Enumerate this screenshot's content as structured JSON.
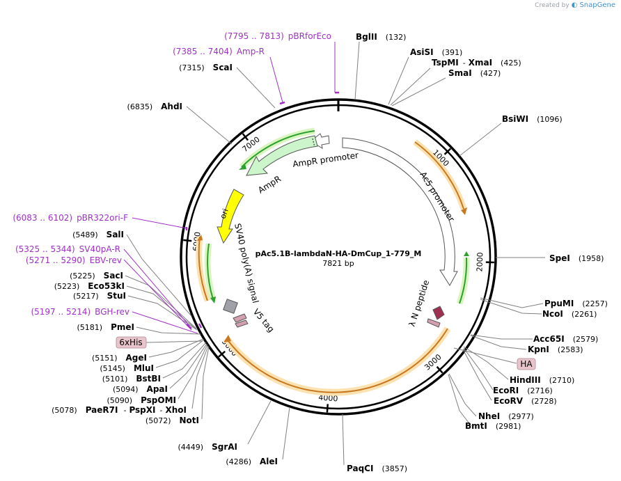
{
  "credit": {
    "prefix": "Created by",
    "brand": "SnapGene"
  },
  "plasmid": {
    "name": "pAc5.1B-lambdaN-HA-DmCup_1-779_M",
    "size_label": "7821 bp",
    "length": 7821
  },
  "ticks": [
    "1000",
    "2000",
    "3000",
    "4000",
    "5000",
    "6000",
    "7000"
  ],
  "features": [
    {
      "name": "AmpR promoter",
      "color": "#ffffff",
      "label": "AmpR promoter"
    },
    {
      "name": "AmpR",
      "color": "#ccf5cc",
      "label": "AmpR"
    },
    {
      "name": "ori",
      "color": "#ffff00",
      "label": "ori"
    },
    {
      "name": "SV40 poly(A) signal",
      "color": "#a0a0a8",
      "label": "SV40 poly(A) signal"
    },
    {
      "name": "V5 tag",
      "color": "#d4a0b0",
      "label": "V5 tag"
    },
    {
      "name": "Ac5 promoter",
      "color": "#ffffff",
      "label": "Ac5 promoter"
    },
    {
      "name": "λ N peptide",
      "color": "#a03050",
      "label": "λ N peptide"
    }
  ],
  "enzymes": [
    {
      "name": "BglII",
      "pos": "(132)"
    },
    {
      "name": "AsiSI",
      "pos": "(391)"
    },
    {
      "name": "TspMI",
      "sep": "-",
      "name2": "XmaI",
      "pos": "(425)"
    },
    {
      "name": "SmaI",
      "pos": "(427)"
    },
    {
      "name": "BsiWI",
      "pos": "(1096)"
    },
    {
      "name": "SpeI",
      "pos": "(1958)"
    },
    {
      "name": "PpuMI",
      "pos": "(2257)"
    },
    {
      "name": "NcoI",
      "pos": "(2261)"
    },
    {
      "name": "Acc65I",
      "pos": "(2579)"
    },
    {
      "name": "KpnI",
      "pos": "(2583)"
    },
    {
      "name": "HindIII",
      "pos": "(2710)"
    },
    {
      "name": "EcoRI",
      "pos": "(2716)"
    },
    {
      "name": "EcoRV",
      "pos": "(2728)"
    },
    {
      "name": "NheI",
      "pos": "(2977)"
    },
    {
      "name": "BmtI",
      "pos": "(2981)"
    },
    {
      "name": "PaqCI",
      "pos": "(3857)"
    },
    {
      "name": "AleI",
      "pos": "(4286)"
    },
    {
      "name": "SgrAI",
      "pos": "(4449)"
    },
    {
      "name": "NotI",
      "pos": "(5072)"
    },
    {
      "name": "PaeR7I",
      "sep": "-",
      "name2": "PspXI",
      "sep2": "-",
      "name3": "XhoI",
      "pos": "(5078)"
    },
    {
      "name": "PspOMI",
      "pos": "(5090)"
    },
    {
      "name": "ApaI",
      "pos": "(5094)"
    },
    {
      "name": "BstBI",
      "pos": "(5101)"
    },
    {
      "name": "MluI",
      "pos": "(5145)"
    },
    {
      "name": "AgeI",
      "pos": "(5151)"
    },
    {
      "name": "PmeI",
      "pos": "(5181)"
    },
    {
      "name": "StuI",
      "pos": "(5217)"
    },
    {
      "name": "Eco53kI",
      "pos": "(5223)"
    },
    {
      "name": "SacI",
      "pos": "(5225)"
    },
    {
      "name": "SalI",
      "pos": "(5489)"
    },
    {
      "name": "AhdI",
      "pos": "(6835)"
    },
    {
      "name": "ScaI",
      "pos": "(7315)"
    }
  ],
  "primers": [
    {
      "range": "(7795 .. 7813)",
      "name": "pBRforEco"
    },
    {
      "range": "(7385 .. 7404)",
      "name": "Amp-R"
    },
    {
      "range": "(6083 .. 6102)",
      "name": "pBR322ori-F"
    },
    {
      "range": "(5325 .. 5344)",
      "name": "SV40pA-R"
    },
    {
      "range": "(5271 .. 5290)",
      "name": "EBV-rev"
    },
    {
      "range": "(5197 .. 5214)",
      "name": "BGH-rev"
    }
  ],
  "tags": [
    {
      "label": "6xHis",
      "color": "#e8c4cc"
    },
    {
      "label": "HA",
      "color": "#e8c4cc"
    }
  ],
  "colors": {
    "enzyme_line": "#808080",
    "primer": "#a030c8",
    "orf_green": "#2ea02e",
    "orf_orange": "#c87820",
    "orf_green_glow": "#d8f5c0",
    "orf_orange_glow": "#fbe2b0"
  }
}
